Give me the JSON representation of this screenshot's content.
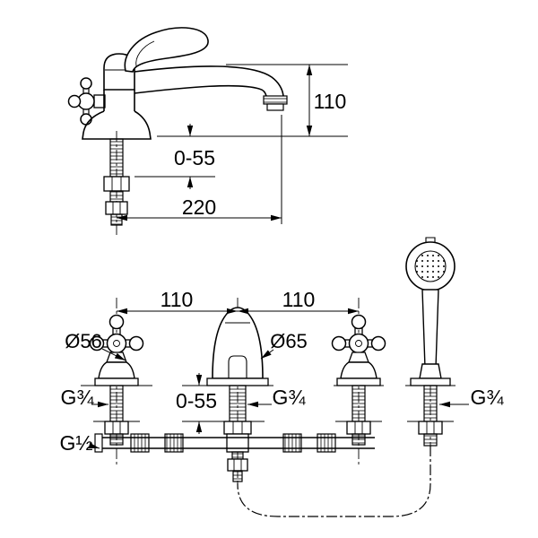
{
  "colors": {
    "line": "#000000",
    "background": "#ffffff"
  },
  "top_view": {
    "height_dim": "110",
    "range_dim": "0-55",
    "reach_dim": "220"
  },
  "bottom_view": {
    "left_spacing_dim": "110",
    "right_spacing_dim": "110",
    "handle_diameter": "Ø56",
    "spout_diameter": "Ø65",
    "range_dim": "0-55",
    "thread_left": "G¾",
    "thread_center": "G¾",
    "thread_shower": "G¾",
    "pipe_thread": "G½"
  }
}
